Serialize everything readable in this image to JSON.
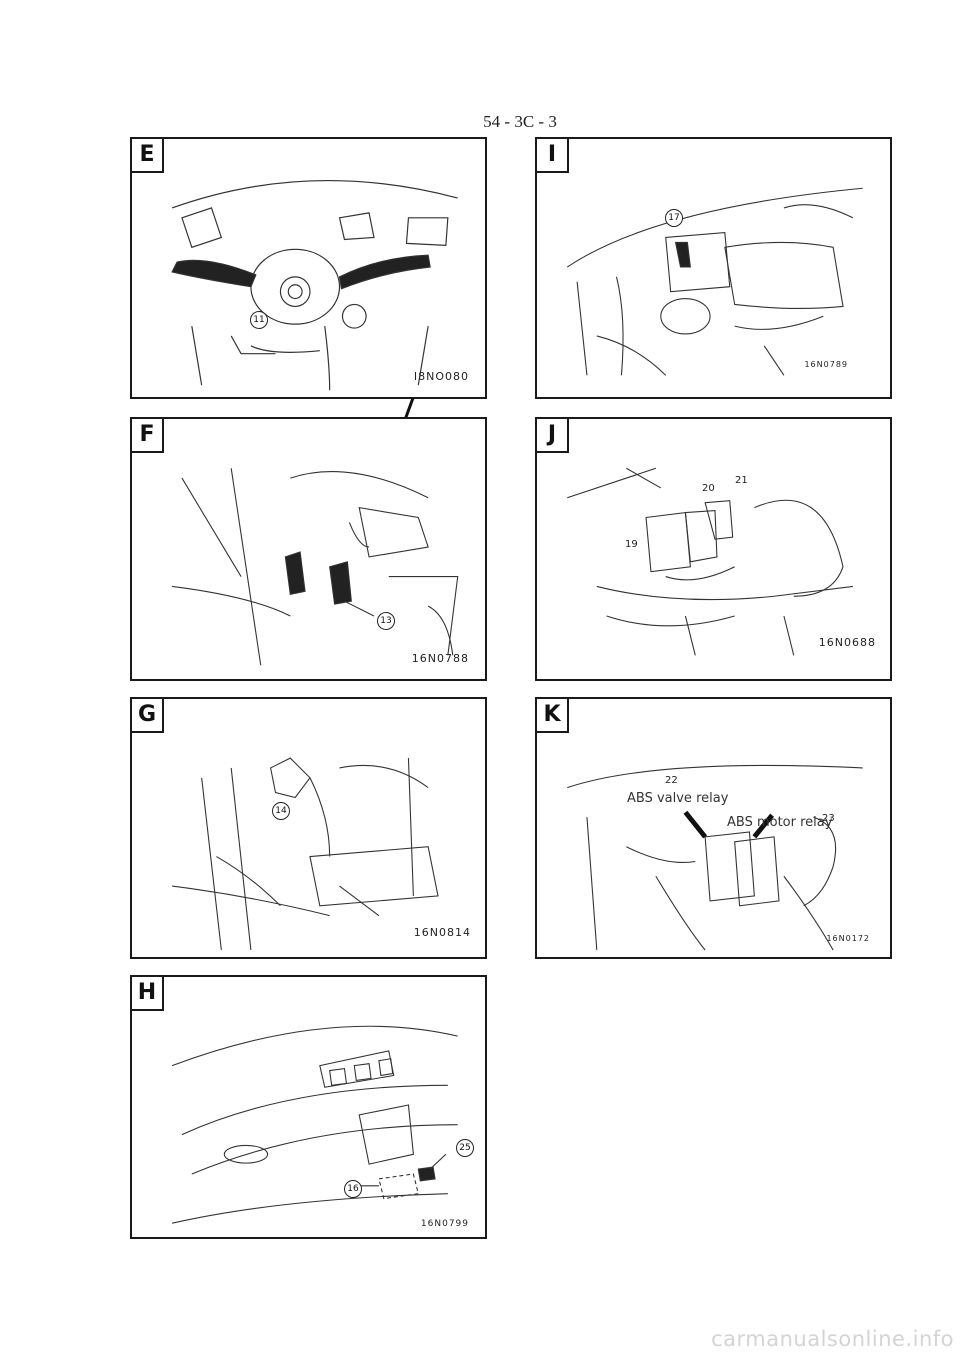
{
  "page_number": "54 - 3C - 3",
  "panels": [
    {
      "tag": "E",
      "code": "I8NO080",
      "callouts": [
        "11"
      ]
    },
    {
      "tag": "I",
      "code": "16N0789",
      "callouts": [
        "17"
      ]
    },
    {
      "tag": "F",
      "code": "16N0788",
      "callouts": [
        "13"
      ]
    },
    {
      "tag": "J",
      "code": "16N0688",
      "callouts": [
        "19",
        "20",
        "21"
      ]
    },
    {
      "tag": "G",
      "code": "16N0814",
      "callouts": [
        "14"
      ]
    },
    {
      "tag": "K",
      "code": "16N0172",
      "callouts": [
        "22",
        "23"
      ],
      "labels": [
        "ABS valve relay",
        "ABS motor relay"
      ]
    },
    {
      "tag": "H",
      "code": "16N0799",
      "callouts": [
        "16",
        "25"
      ]
    }
  ],
  "watermark": "carmanualsonline.info"
}
